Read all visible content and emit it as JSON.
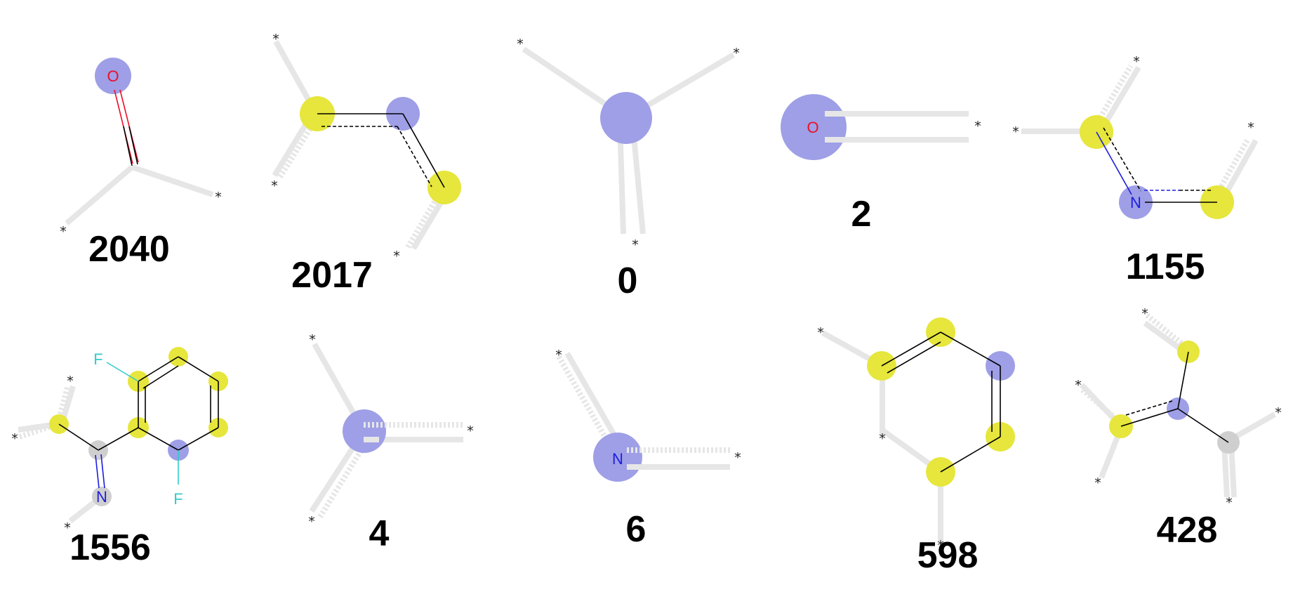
{
  "colors": {
    "blue_highlight": "#9e9fe6",
    "yellow_highlight": "#e6e63c",
    "grey_highlight": "#cfcfcf",
    "oxygen": "#e8112a",
    "nitrogen": "#1d1ddc",
    "fluorine": "#33cccc"
  },
  "attachment_symbol": "*",
  "fragments": [
    {
      "id": "2040",
      "atoms": [
        "O"
      ]
    },
    {
      "id": "2017",
      "atoms": []
    },
    {
      "id": "0",
      "atoms": []
    },
    {
      "id": "2",
      "atoms": [
        "O"
      ]
    },
    {
      "id": "1155",
      "atoms": [
        "N"
      ]
    },
    {
      "id": "1556",
      "atoms": [
        "F",
        "F",
        "N"
      ]
    },
    {
      "id": "4",
      "atoms": []
    },
    {
      "id": "6",
      "atoms": [
        "N"
      ]
    },
    {
      "id": "598",
      "atoms": []
    },
    {
      "id": "428",
      "atoms": []
    }
  ]
}
